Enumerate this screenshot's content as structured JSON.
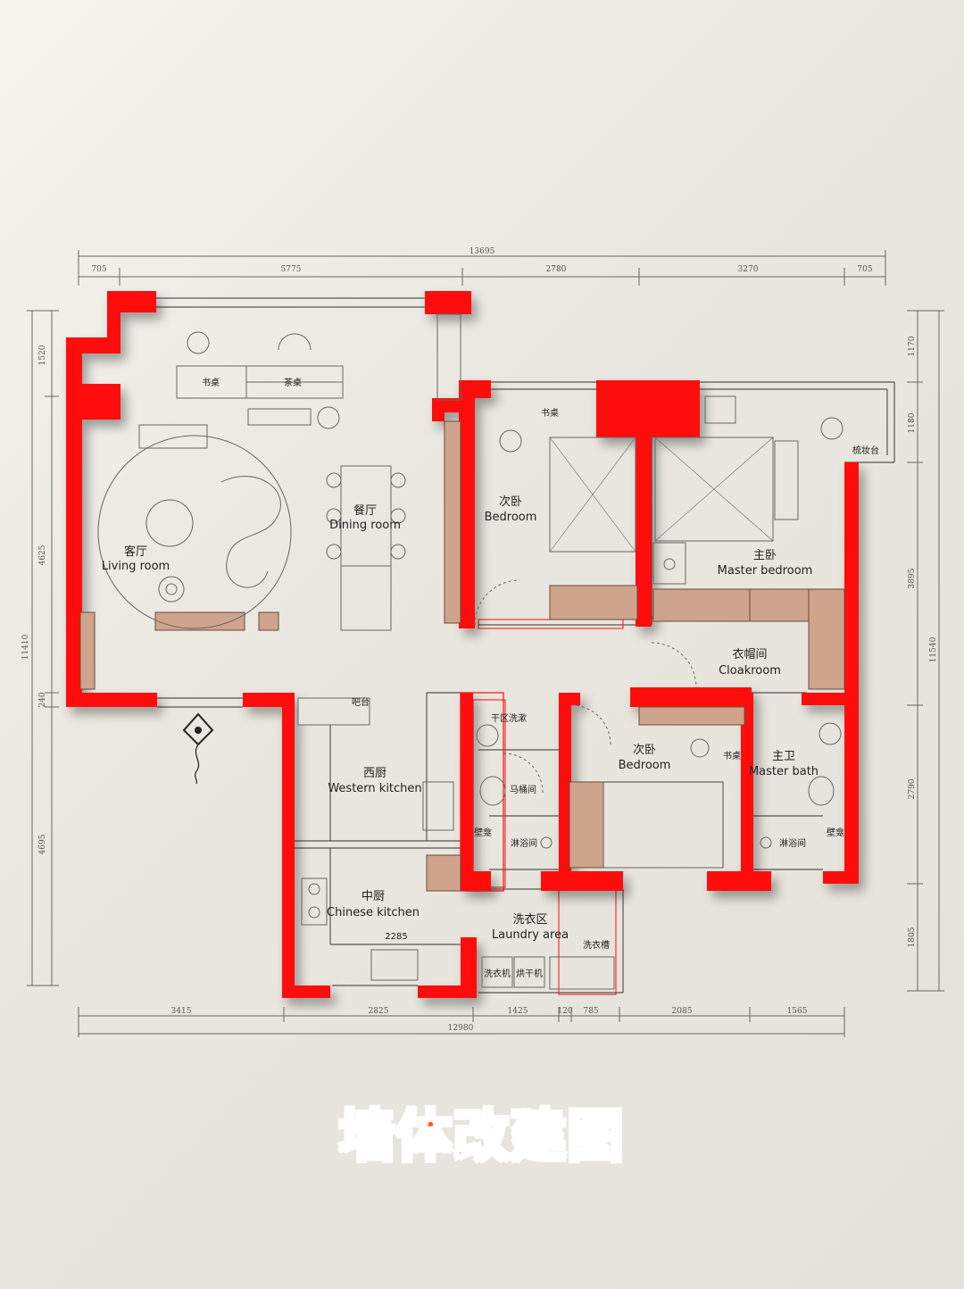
{
  "title": "墙体改建图",
  "colors": {
    "wall_new": "#ff0a0a",
    "cabinet": "#cfa48c",
    "title": "#ff5a1a"
  },
  "dimensions": {
    "top_total": "13695",
    "top_segments": [
      "705",
      "5775",
      "2780",
      "3270",
      "705"
    ],
    "bottom_total": "12980",
    "bottom_segments": [
      "3415",
      "2825",
      "1425",
      "120",
      "785",
      "2085",
      "1565"
    ],
    "left_total": "11410",
    "left_segments": [
      "1520",
      "4625",
      "240",
      "4695"
    ],
    "right_total": "11540",
    "right_segments": [
      "1170",
      "1180",
      "3895",
      "2790",
      "1805"
    ]
  },
  "rooms": {
    "living_cn": "客厅",
    "living_en": "Living room",
    "dining_cn": "餐厅",
    "dining_en": "Dining room",
    "bed2_cn": "次卧",
    "bed2_en": "Bedroom",
    "master_cn": "主卧",
    "master_en": "Master bedroom",
    "cloak_cn": "衣帽间",
    "cloak_en": "Cloakroom",
    "bed3_cn": "次卧",
    "bed3_en": "Bedroom",
    "mbath_cn": "主卫",
    "mbath_en": "Master bath",
    "wkitchen_cn": "西厨",
    "wkitchen_en": "Western kitchen",
    "ckitchen_cn": "中厨",
    "ckitchen_en": "Chinese kitchen",
    "laundry_cn": "洗衣区",
    "laundry_en": "Laundry area"
  },
  "furniture": {
    "desk1": "书桌",
    "tea_table": "茶桌",
    "desk2": "书桌",
    "desk3": "书桌",
    "dresser": "梳妆台",
    "bar": "吧台",
    "wash_zone": "干区洗漱",
    "toilet_room": "马桶间",
    "shower1": "淋浴间",
    "shower2": "淋浴间",
    "niche1": "壁龛",
    "niche2": "壁龛",
    "laundry_tub": "洗衣槽",
    "counter_dim": "2285",
    "washer_label": "洗衣机",
    "dryer_label": "烘干机"
  }
}
